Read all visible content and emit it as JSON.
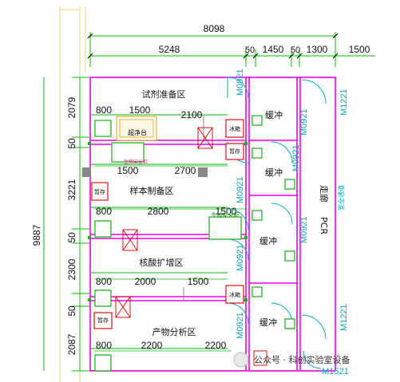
{
  "dimensions": {
    "total_width": "8098",
    "top_row": [
      "5248",
      "50",
      "1450",
      "50",
      "1300",
      "1500"
    ],
    "total_height": "9887",
    "left_col": [
      "2079",
      "50",
      "3221",
      "50",
      "2300",
      "50",
      "2087"
    ],
    "room1": [
      "800",
      "1500",
      "2100"
    ],
    "room1_lower": [
      "1500",
      "2700"
    ],
    "room2": [
      "800",
      "2800",
      "1500"
    ],
    "room3": [
      "800",
      "2000",
      "1500"
    ],
    "room4": [
      "800",
      "2200",
      "2200"
    ]
  },
  "rooms": {
    "room1": "试剂准备区",
    "room2": "样本制备区",
    "room3": "核酸扩增区",
    "room4": "产物分析区",
    "buffer": "缓冲",
    "corridor_main": "走廊",
    "corridor_pcr": "PCR",
    "safe_channel": "安全通道"
  },
  "equipment": {
    "clean_bench": "超净台",
    "fridge": "冰箱",
    "cabinet": "暂存",
    "bio_cabinet": "生物安全柜",
    "bio_cabinet_faint": "生物安全柜"
  },
  "doors": {
    "m0921": "M0921",
    "m1221": "M1221",
    "m1521": "M1521"
  },
  "watermark": "公众号 · 科创实验室设备",
  "colors": {
    "wall": "#f000f0",
    "door": "#00b0c8",
    "equipment_red": "#e01010",
    "equipment_green": "#10b010",
    "dim_green": "#00c000"
  }
}
